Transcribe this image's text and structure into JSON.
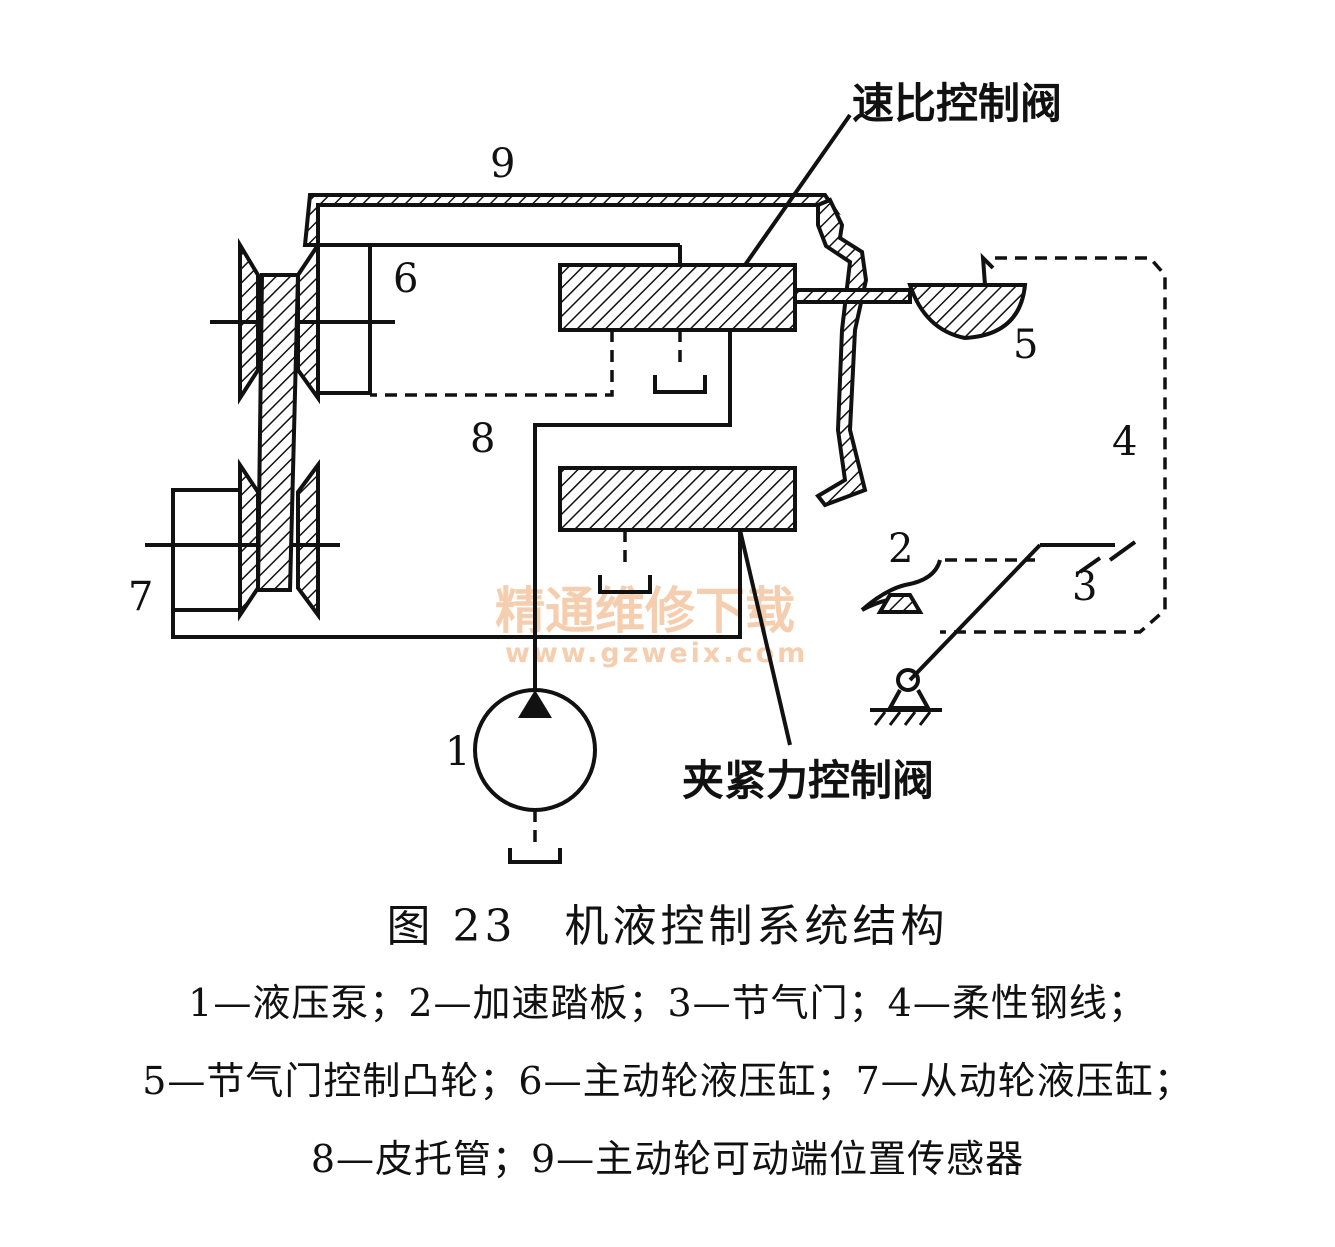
{
  "labels": {
    "n1": "1",
    "n2": "2",
    "n3": "3",
    "n4": "4",
    "n5": "5",
    "n6": "6",
    "n7": "7",
    "n8": "8",
    "n9": "9",
    "ratio_valve": "速比控制阀",
    "clamp_valve": "夹紧力控制阀"
  },
  "watermark": {
    "text": "精通维修下载",
    "url": "www.gzweix.com"
  },
  "caption": {
    "title": "图 23　机液控制系统结构",
    "line1": "1—液压泵；2—加速踏板；3—节气门；4—柔性钢线；",
    "line2": "5—节气门控制凸轮；6—主动轮液压缸；7—从动轮液压缸；",
    "line3": "8—皮托管；9—主动轮可动端位置传感器"
  },
  "colors": {
    "ink": "#111111",
    "watermark": "#f3c6a0",
    "background": "#ffffff"
  }
}
